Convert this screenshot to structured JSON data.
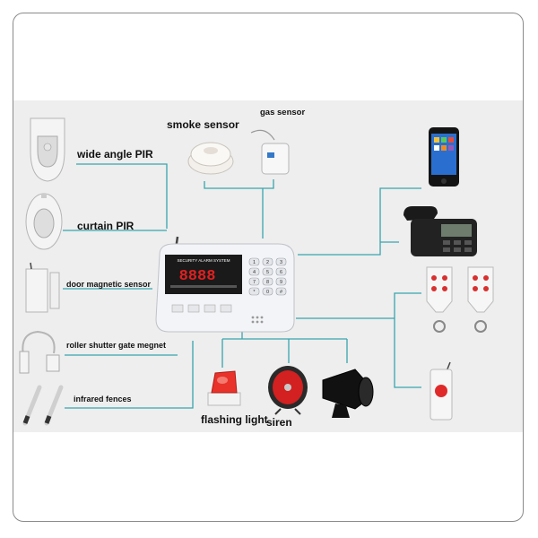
{
  "labels": {
    "wide_angle_pir": "wide angle PIR",
    "curtain_pir": "curtain PIR",
    "smoke_sensor": "smoke sensor",
    "gas_sensor": "gas sensor",
    "door_magnetic_sensor": "door magnetic sensor",
    "roller_shutter": "roller shutter gate megnet",
    "infrared_fences": "infrared fences",
    "flashing_light": "flashing light",
    "siren": "siren"
  },
  "panel": {
    "title": "SECURITY ALARM SYSTEM",
    "display": "8888",
    "keys": [
      "1",
      "2",
      "3",
      "4",
      "5",
      "6",
      "7",
      "8",
      "9",
      "*",
      "0",
      "#"
    ]
  },
  "colors": {
    "wire": "#39a4ae",
    "background": "#eeeeee",
    "siren_red": "#d32020",
    "lcd": "#1a1a1a"
  }
}
